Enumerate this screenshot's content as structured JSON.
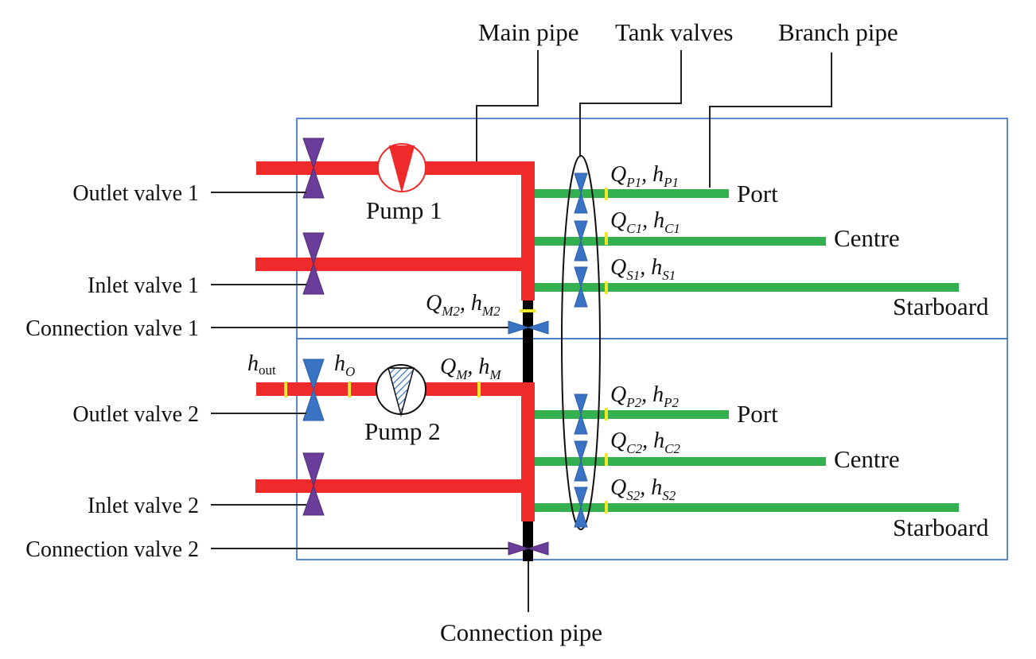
{
  "colors": {
    "main_pipe": "#ee2a2a",
    "branch_pipe": "#35b050",
    "connection_pipe": "#000000",
    "purple_valve": "#6a3d9a",
    "blue_valve": "#3a72c4",
    "sensor_mark": "#f2e62a",
    "box_border": "#4a7cc9",
    "leader_line": "#222222"
  },
  "callouts": {
    "main_pipe": "Main pipe",
    "tank_valves": "Tank valves",
    "branch_pipe": "Branch pipe",
    "connection_pipe": "Connection pipe"
  },
  "left_labels": {
    "outlet_valve_1": "Outlet valve 1",
    "inlet_valve_1": "Inlet valve 1",
    "connection_valve_1": "Connection valve 1",
    "outlet_valve_2": "Outlet valve 2",
    "inlet_valve_2": "Inlet valve 2",
    "connection_valve_2": "Connection valve 2"
  },
  "pumps": {
    "pump_1": "Pump 1",
    "pump_2": "Pump 2"
  },
  "tanks": {
    "port": "Port",
    "centre": "Centre",
    "starboard": "Starboard"
  },
  "variables": {
    "upper": [
      {
        "q": "Q",
        "q_sub": "P1",
        "h": "h",
        "h_sub": "P1"
      },
      {
        "q": "Q",
        "q_sub": "C1",
        "h": "h",
        "h_sub": "C1"
      },
      {
        "q": "Q",
        "q_sub": "S1",
        "h": "h",
        "h_sub": "S1"
      }
    ],
    "lower": [
      {
        "q": "Q",
        "q_sub": "P2",
        "h": "h",
        "h_sub": "P2"
      },
      {
        "q": "Q",
        "q_sub": "C2",
        "h": "h",
        "h_sub": "C2"
      },
      {
        "q": "Q",
        "q_sub": "S2",
        "h": "h",
        "h_sub": "S2"
      }
    ],
    "connection": {
      "q": "Q",
      "q_sub": "M2",
      "h": "h",
      "h_sub": "M2"
    },
    "pump2_out": {
      "q": "Q",
      "q_sub": "M",
      "h": "h",
      "h_sub": "M"
    },
    "h_out": {
      "h": "h",
      "sub": "out"
    },
    "h_o": {
      "h": "h",
      "sub": "O"
    }
  },
  "separator": ", "
}
